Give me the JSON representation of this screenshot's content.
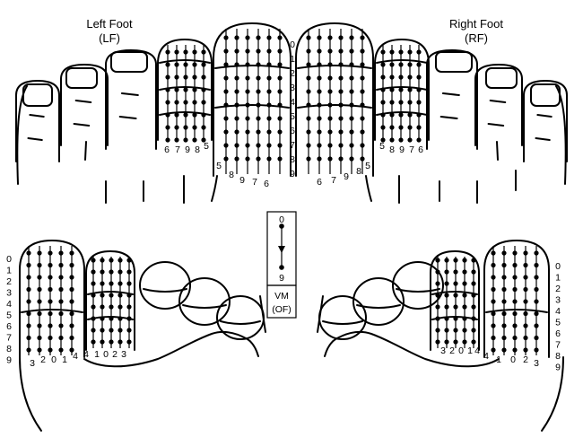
{
  "labels": {
    "left_title": "Left Foot",
    "left_abbrev": "(LF)",
    "right_title": "Right Foot",
    "right_abbrev": "(RF)",
    "vm": "VM",
    "vm_abbrev": "(OF)",
    "legend_top": "0",
    "legend_bottom": "9"
  },
  "digits": [
    "0",
    "1",
    "2",
    "3",
    "4",
    "5",
    "6",
    "7",
    "8",
    "9"
  ],
  "sequences": {
    "lf_hallux": [
      "5",
      "8",
      "9",
      "7",
      "6"
    ],
    "lf_second": [
      "6",
      "7",
      "9",
      "8",
      "5"
    ],
    "rf_hallux": [
      "6",
      "7",
      "9",
      "8",
      "5"
    ],
    "rf_second": [
      "5",
      "8",
      "9",
      "7",
      "6"
    ],
    "bl_hallux": [
      "3",
      "2",
      "0",
      "1",
      "4"
    ],
    "bl_second": [
      "4",
      "1",
      "0",
      "2",
      "3"
    ],
    "br_second": [
      "3",
      "2",
      "0",
      "1",
      "4"
    ],
    "br_hallux": [
      "4",
      "1",
      "0",
      "2",
      "3"
    ]
  }
}
